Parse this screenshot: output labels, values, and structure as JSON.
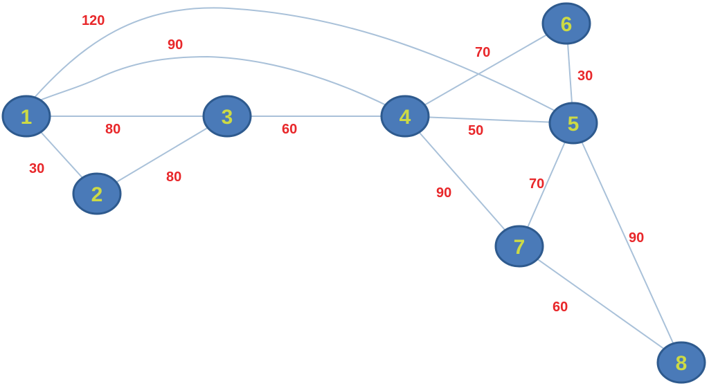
{
  "colors": {
    "node_fill": "#4a7ab8",
    "node_stroke": "#2e5a8e",
    "node_label": "#cdda45",
    "edge": "#a9c1d9",
    "edge_label": "#e8272a"
  },
  "nodes": [
    {
      "id": "1",
      "label": "1"
    },
    {
      "id": "2",
      "label": "2"
    },
    {
      "id": "3",
      "label": "3"
    },
    {
      "id": "4",
      "label": "4"
    },
    {
      "id": "5",
      "label": "5"
    },
    {
      "id": "6",
      "label": "6"
    },
    {
      "id": "7",
      "label": "7"
    },
    {
      "id": "8",
      "label": "8"
    }
  ],
  "edges": [
    {
      "from": "1",
      "to": "5",
      "weight": "120"
    },
    {
      "from": "1",
      "to": "4",
      "weight": "90"
    },
    {
      "from": "1",
      "to": "3",
      "weight": "80"
    },
    {
      "from": "1",
      "to": "2",
      "weight": "30"
    },
    {
      "from": "2",
      "to": "3",
      "weight": "80"
    },
    {
      "from": "3",
      "to": "4",
      "weight": "60"
    },
    {
      "from": "4",
      "to": "6",
      "weight": "70"
    },
    {
      "from": "4",
      "to": "5",
      "weight": "50"
    },
    {
      "from": "4",
      "to": "7",
      "weight": "90"
    },
    {
      "from": "6",
      "to": "5",
      "weight": "30"
    },
    {
      "from": "5",
      "to": "7",
      "weight": "70"
    },
    {
      "from": "5",
      "to": "8",
      "weight": "90"
    },
    {
      "from": "7",
      "to": "8",
      "weight": "60"
    }
  ]
}
